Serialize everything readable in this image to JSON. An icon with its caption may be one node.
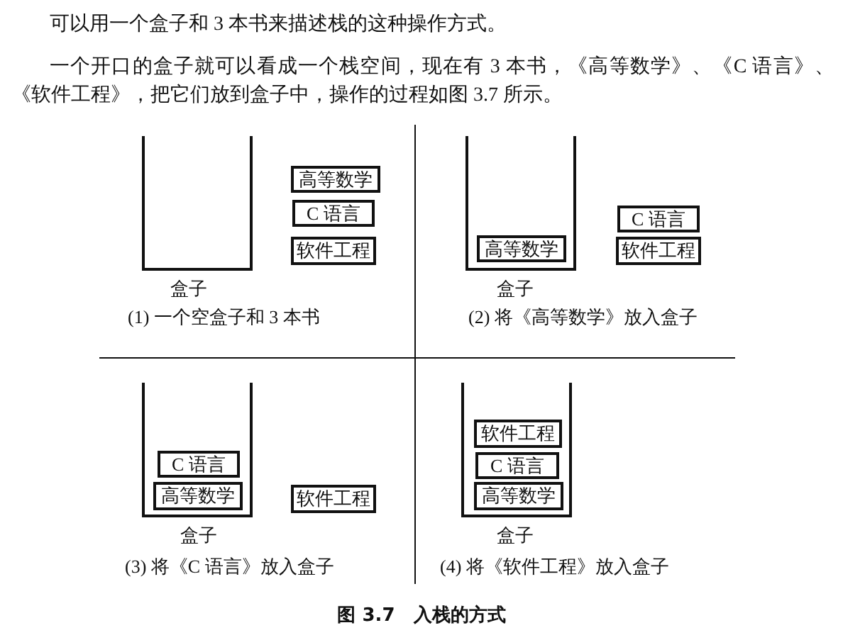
{
  "diagram": {
    "caption": "图 3.7　入栈的方式",
    "nodes": [
      {
        "text": [],
        "shape": "box",
        "beside": [
          "盒子"
        ]
      },
      {
        "text": [
          "高等数学"
        ]
      },
      {
        "text": [
          "C 语言"
        ]
      },
      {
        "text": [
          "软件工程"
        ]
      },
      {
        "text": [],
        "shape": "box",
        "beside": [
          "盒子"
        ]
      },
      {
        "text": [
          "高等数学"
        ],
        "in": 4
      },
      {
        "text": [
          "C 语言"
        ]
      },
      {
        "text": [
          "软件工程"
        ]
      },
      {
        "text": [],
        "shape": "box",
        "beside": [
          "盒子"
        ]
      },
      {
        "text": [
          "C 语言"
        ],
        "in": 8
      },
      {
        "text": [
          "高等数学"
        ],
        "in": 8
      },
      {
        "text": [
          "软件工程"
        ]
      },
      {
        "text": [],
        "shape": "box",
        "beside": [
          "盒子"
        ]
      },
      {
        "text": [
          "软件工程"
        ],
        "in": 12
      },
      {
        "text": [
          "C 语言"
        ],
        "in": 12
      },
      {
        "text": [
          "高等数学"
        ],
        "in": 12
      }
    ],
    "labels": [
      "可以用一个盒子和 3 本书来描述栈的这种操作方式。",
      "一个开口的盒子就可以看成一个栈空间，现在有 3 本书，《高等数学》、《C 语言》、《软件工程》，把它们放到盒子中，操作的过程如图 3.7 所示。",
      "(1) 一个空盒子和 3 本书",
      "(2) 将《高等数学》放入盒子",
      "(3) 将《C 语言》放入盒子",
      "(4) 将《软件工程》放入盒子"
    ]
  }
}
